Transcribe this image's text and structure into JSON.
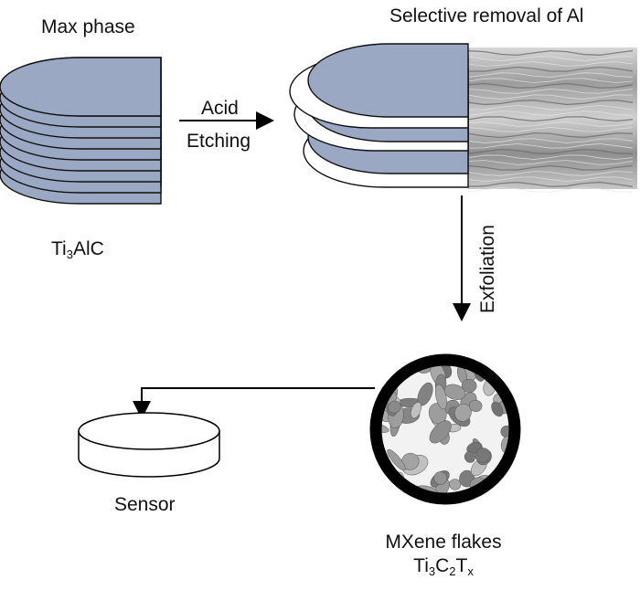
{
  "labels": {
    "max_phase": "Max phase",
    "selective_removal": "Selective removal of Al",
    "acid": "Acid",
    "etching": "Etching",
    "exfoliation": "Exfoliation",
    "sensor": "Sensor",
    "mxene_flakes": "MXene flakes",
    "ti3alc": {
      "el1": "Ti",
      "sub1": "3",
      "rest": "AlC"
    },
    "ti3c2tx": {
      "el1": "Ti",
      "sub1": "3",
      "el2": "C",
      "sub2": "2",
      "el3": "T",
      "sub3": "x"
    }
  },
  "colors": {
    "layer_fill": "#9aa8c3",
    "stroke": "#111111",
    "ring": "#000000",
    "sem_texture": "#b8b8b8"
  }
}
